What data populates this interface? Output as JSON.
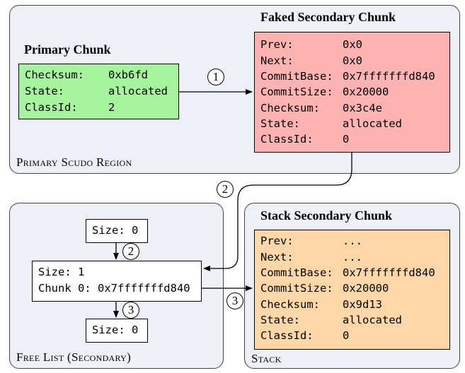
{
  "regions": {
    "primary": "Primary Scudo Region",
    "free_list": "Free List (Secondary)",
    "stack": "Stack"
  },
  "primary_chunk": {
    "title": "Primary Chunk",
    "fields": [
      {
        "key": "Checksum:",
        "value": "0xb6fd"
      },
      {
        "key": "State:",
        "value": "allocated"
      },
      {
        "key": "ClassId:",
        "value": "2"
      }
    ]
  },
  "faked_chunk": {
    "title": "Faked Secondary Chunk",
    "fields": [
      {
        "key": "Prev:",
        "value": "0x0"
      },
      {
        "key": "Next:",
        "value": "0x0"
      },
      {
        "key": "CommitBase:",
        "value": "0x7fffffffd840"
      },
      {
        "key": "CommitSize:",
        "value": "0x20000"
      },
      {
        "key": "Checksum:",
        "value": "0x3c4e"
      },
      {
        "key": "State:",
        "value": "allocated"
      },
      {
        "key": "ClassId:",
        "value": "0"
      }
    ]
  },
  "stack_chunk": {
    "title": "Stack Secondary Chunk",
    "fields": [
      {
        "key": "Prev:",
        "value": "..."
      },
      {
        "key": "Next:",
        "value": "..."
      },
      {
        "key": "CommitBase:",
        "value": "0x7fffffffd840"
      },
      {
        "key": "CommitSize:",
        "value": "0x20000"
      },
      {
        "key": "Checksum:",
        "value": "0x9d13"
      },
      {
        "key": "State:",
        "value": "allocated"
      },
      {
        "key": "ClassId:",
        "value": "0"
      }
    ]
  },
  "free_list": {
    "top_node": "Size: 0",
    "main_node": {
      "size": "Size: 1",
      "chunk": "Chunk 0: 0x7fffffffd840"
    },
    "bottom_node": "Size: 0"
  },
  "steps": [
    "1",
    "2",
    "3"
  ],
  "colors": {
    "region_bg": "#eef0f8",
    "primary_chunk": "#a6f59e",
    "faked_chunk": "#ffb3b3",
    "stack_chunk": "#fdd7a8"
  }
}
